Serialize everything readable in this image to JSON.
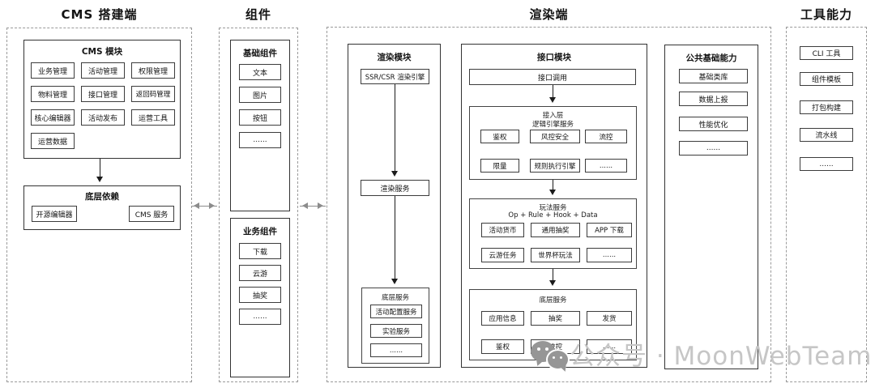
{
  "watermark": {
    "text": "公众号 · MoonWebTeam",
    "icon": "wechat-logo",
    "text_color": "#c6c6c6",
    "icon_color": "#969696"
  },
  "colors": {
    "border": "#333333",
    "dashed_border": "#9a9a9a",
    "arrow": "#1b1b1b",
    "link_arrow": "#8c8c8c",
    "background": "#ffffff"
  },
  "sections": {
    "cms": {
      "title": "CMS 搭建端",
      "cms_module": {
        "title": "CMS 模块",
        "items": [
          "业务管理",
          "活动管理",
          "权限管理",
          "物料管理",
          "接口管理",
          "返回码管理",
          "核心编辑器",
          "活动发布",
          "运营工具",
          "运营数据"
        ]
      },
      "base_deps": {
        "title": "底层依赖",
        "items": [
          "开源编辑器",
          "CMS 服务"
        ]
      }
    },
    "components": {
      "title": "组件",
      "basic": {
        "title": "基础组件",
        "items": [
          "文本",
          "图片",
          "按钮",
          "......"
        ]
      },
      "business": {
        "title": "业务组件",
        "items": [
          "下载",
          "云游",
          "抽奖",
          "......"
        ]
      }
    },
    "render": {
      "title": "渲染端",
      "render_module": {
        "title": "渲染模块",
        "engine": "SSR/CSR 渲染引擎",
        "service": "渲染服务",
        "bottom": {
          "title": "底层服务",
          "items": [
            "活动配置服务",
            "实验服务",
            "......"
          ]
        }
      },
      "api_module": {
        "title": "接口模块",
        "call": "接口调用",
        "access": {
          "title": "接入层",
          "subtitle": "逻辑引擎服务",
          "items": [
            "鉴权",
            "风控安全",
            "流控",
            "限量",
            "规则执行引擎",
            "......"
          ]
        },
        "play": {
          "title": "玩法服务",
          "subtitle": "Op + Rule + Hook + Data",
          "items": [
            "活动货币",
            "通用抽奖",
            "APP 下载",
            "云游任务",
            "世界杯玩法",
            "......"
          ]
        },
        "bottom": {
          "title": "底层服务",
          "items": [
            "应用信息",
            "抽奖",
            "发货",
            "鉴权",
            "流控",
            "......"
          ]
        }
      },
      "common": {
        "title": "公共基础能力",
        "items": [
          "基础类库",
          "数据上报",
          "性能优化",
          "......"
        ]
      }
    },
    "tools": {
      "title": "工具能力",
      "items": [
        "CLI 工具",
        "组件模板",
        "打包构建",
        "流水线",
        "......"
      ]
    }
  }
}
